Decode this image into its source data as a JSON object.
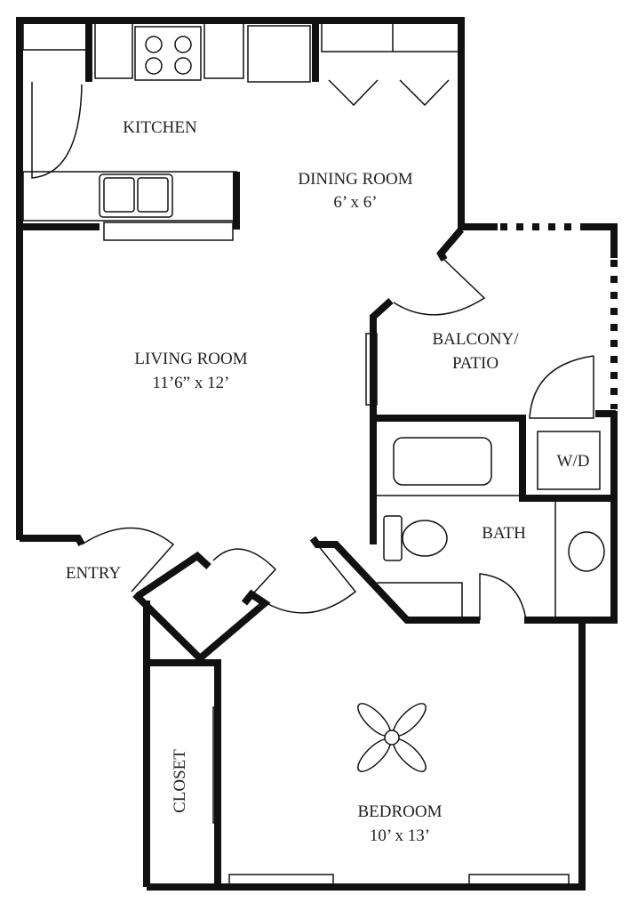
{
  "title": "Floor plan",
  "rooms": {
    "kitchen": {
      "name": "KITCHEN"
    },
    "dining": {
      "name": "DINING ROOM",
      "size": "6’ x 6’"
    },
    "living": {
      "name": "LIVING ROOM",
      "size": "11’6” x 12’"
    },
    "balcony": {
      "name_line1": "BALCONY/",
      "name_line2": "PATIO"
    },
    "wd": {
      "name": "W/D"
    },
    "bath": {
      "name": "BATH"
    },
    "entry": {
      "name": "ENTRY"
    },
    "closet": {
      "name": "CLOSET"
    },
    "bedroom": {
      "name": "BEDROOM",
      "size": "10’ x 13’"
    }
  },
  "colors": {
    "wall": "#111111",
    "background": "#ffffff"
  }
}
